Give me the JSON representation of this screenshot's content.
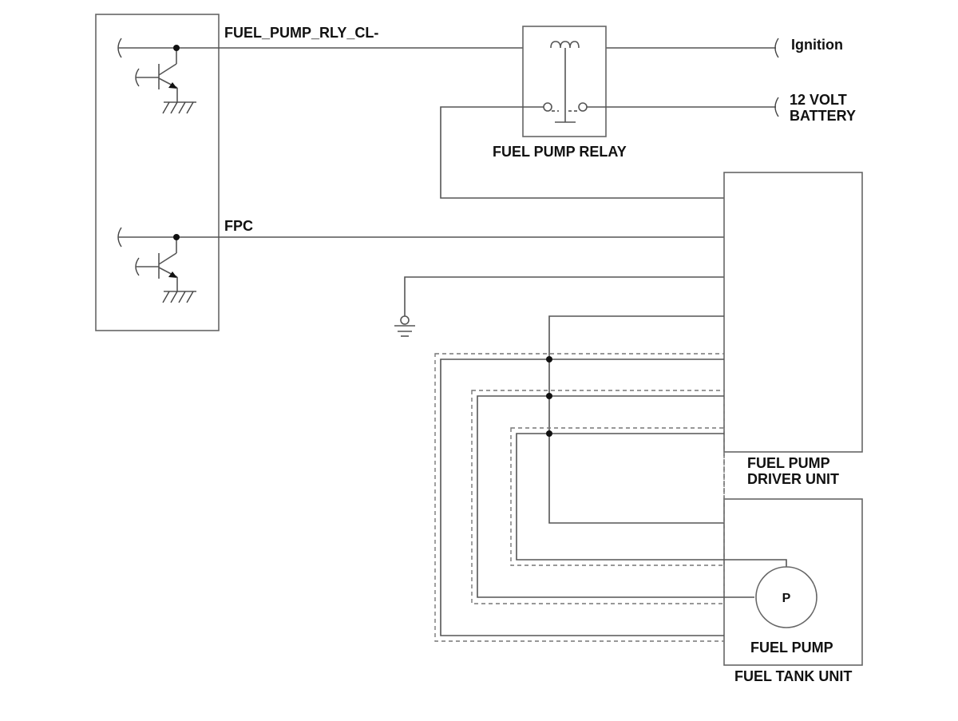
{
  "labels": {
    "fuel_pump_rly_cl": "FUEL_PUMP_RLY_CL-",
    "fpc": "FPC",
    "ignition": "Ignition",
    "battery_line1": "12 VOLT",
    "battery_line2": "BATTERY",
    "fuel_pump_relay": "FUEL PUMP RELAY",
    "driver_unit_line1": "FUEL PUMP",
    "driver_unit_line2": "DRIVER UNIT",
    "pump_symbol": "P",
    "fuel_pump": "FUEL PUMP",
    "fuel_tank_unit": "FUEL TANK UNIT"
  },
  "colors": {
    "wire": "#555555",
    "text": "#111111",
    "shield": "#777777"
  }
}
